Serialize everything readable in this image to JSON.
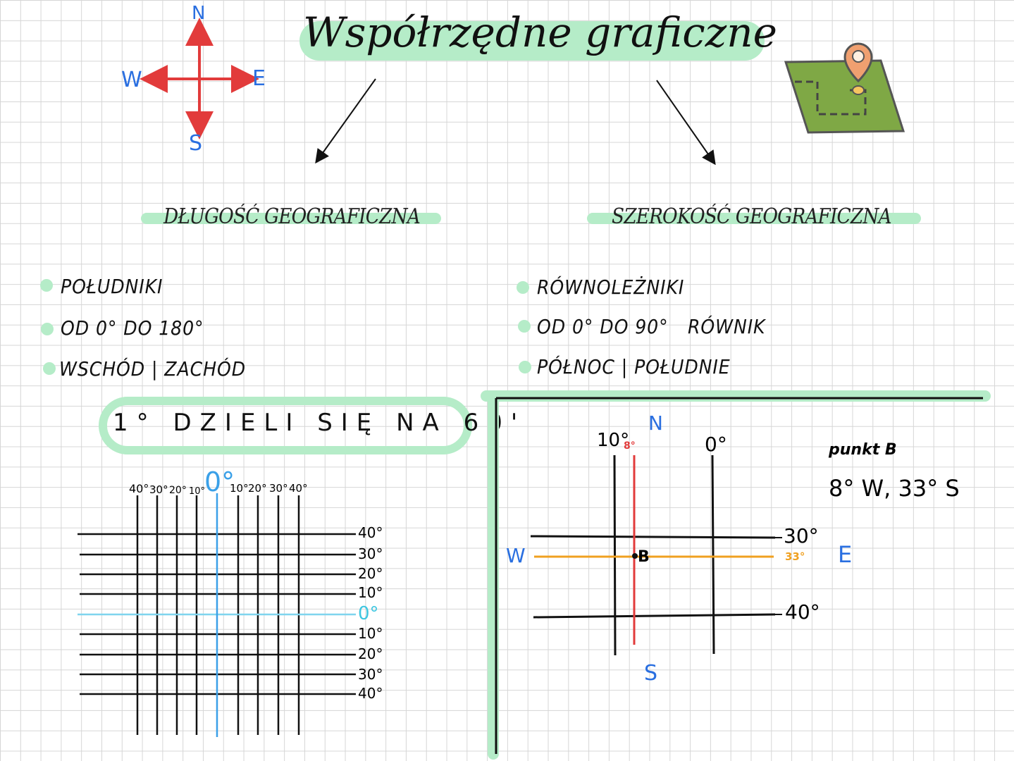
{
  "title": "Współrzędne graficzne",
  "compass": {
    "north": "N",
    "south": "S",
    "west": "W",
    "east": "E"
  },
  "left": {
    "heading": "DŁUGOŚĆ GEOGRAFICZNA",
    "bullets": [
      "POŁUDNIKI",
      "OD 0° DO 180°",
      "WSCHÓD | ZACHÓD"
    ],
    "note": "1° DZIELI SIĘ NA 60'"
  },
  "right": {
    "heading": "SZEROKOŚĆ GEOGRAFICZNA",
    "bullets": [
      "RÓWNOLEŻNIKI",
      "OD 0° DO 90°",
      "PÓŁNOC | POŁUDNIE"
    ],
    "equator_label": "RÓWNIK"
  },
  "grid_diagram": {
    "top_labels": [
      "40°",
      "30°",
      "20°",
      "10°",
      "0°",
      "10°",
      "20°",
      "30°",
      "40°"
    ],
    "right_labels": [
      "40°",
      "30°",
      "20°",
      "10°",
      "0°",
      "10°",
      "20°",
      "30°",
      "40°"
    ]
  },
  "point_diagram": {
    "north": "N",
    "south": "S",
    "west": "W",
    "east": "E",
    "meridian_left": "10°",
    "meridian_right": "0°",
    "meridian_point": "8°",
    "parallel_top": "30°",
    "parallel_point": "33°",
    "parallel_bottom": "40°",
    "point_letter": "B",
    "point_title": "punkt B",
    "point_coords": "8° W, 33° S"
  },
  "colors": {
    "highlight": "#b5ecc8",
    "compass_arrow": "#e23b3b",
    "compass_letters": "#2a6fe0",
    "zero_line": "#3aa0e8",
    "zero_label": "#3ec6e0",
    "meridian_point": "#e23b3b",
    "parallel_point": "#f0a020",
    "map_icon_green": "#7fa845",
    "map_pin": "#f0a070"
  }
}
